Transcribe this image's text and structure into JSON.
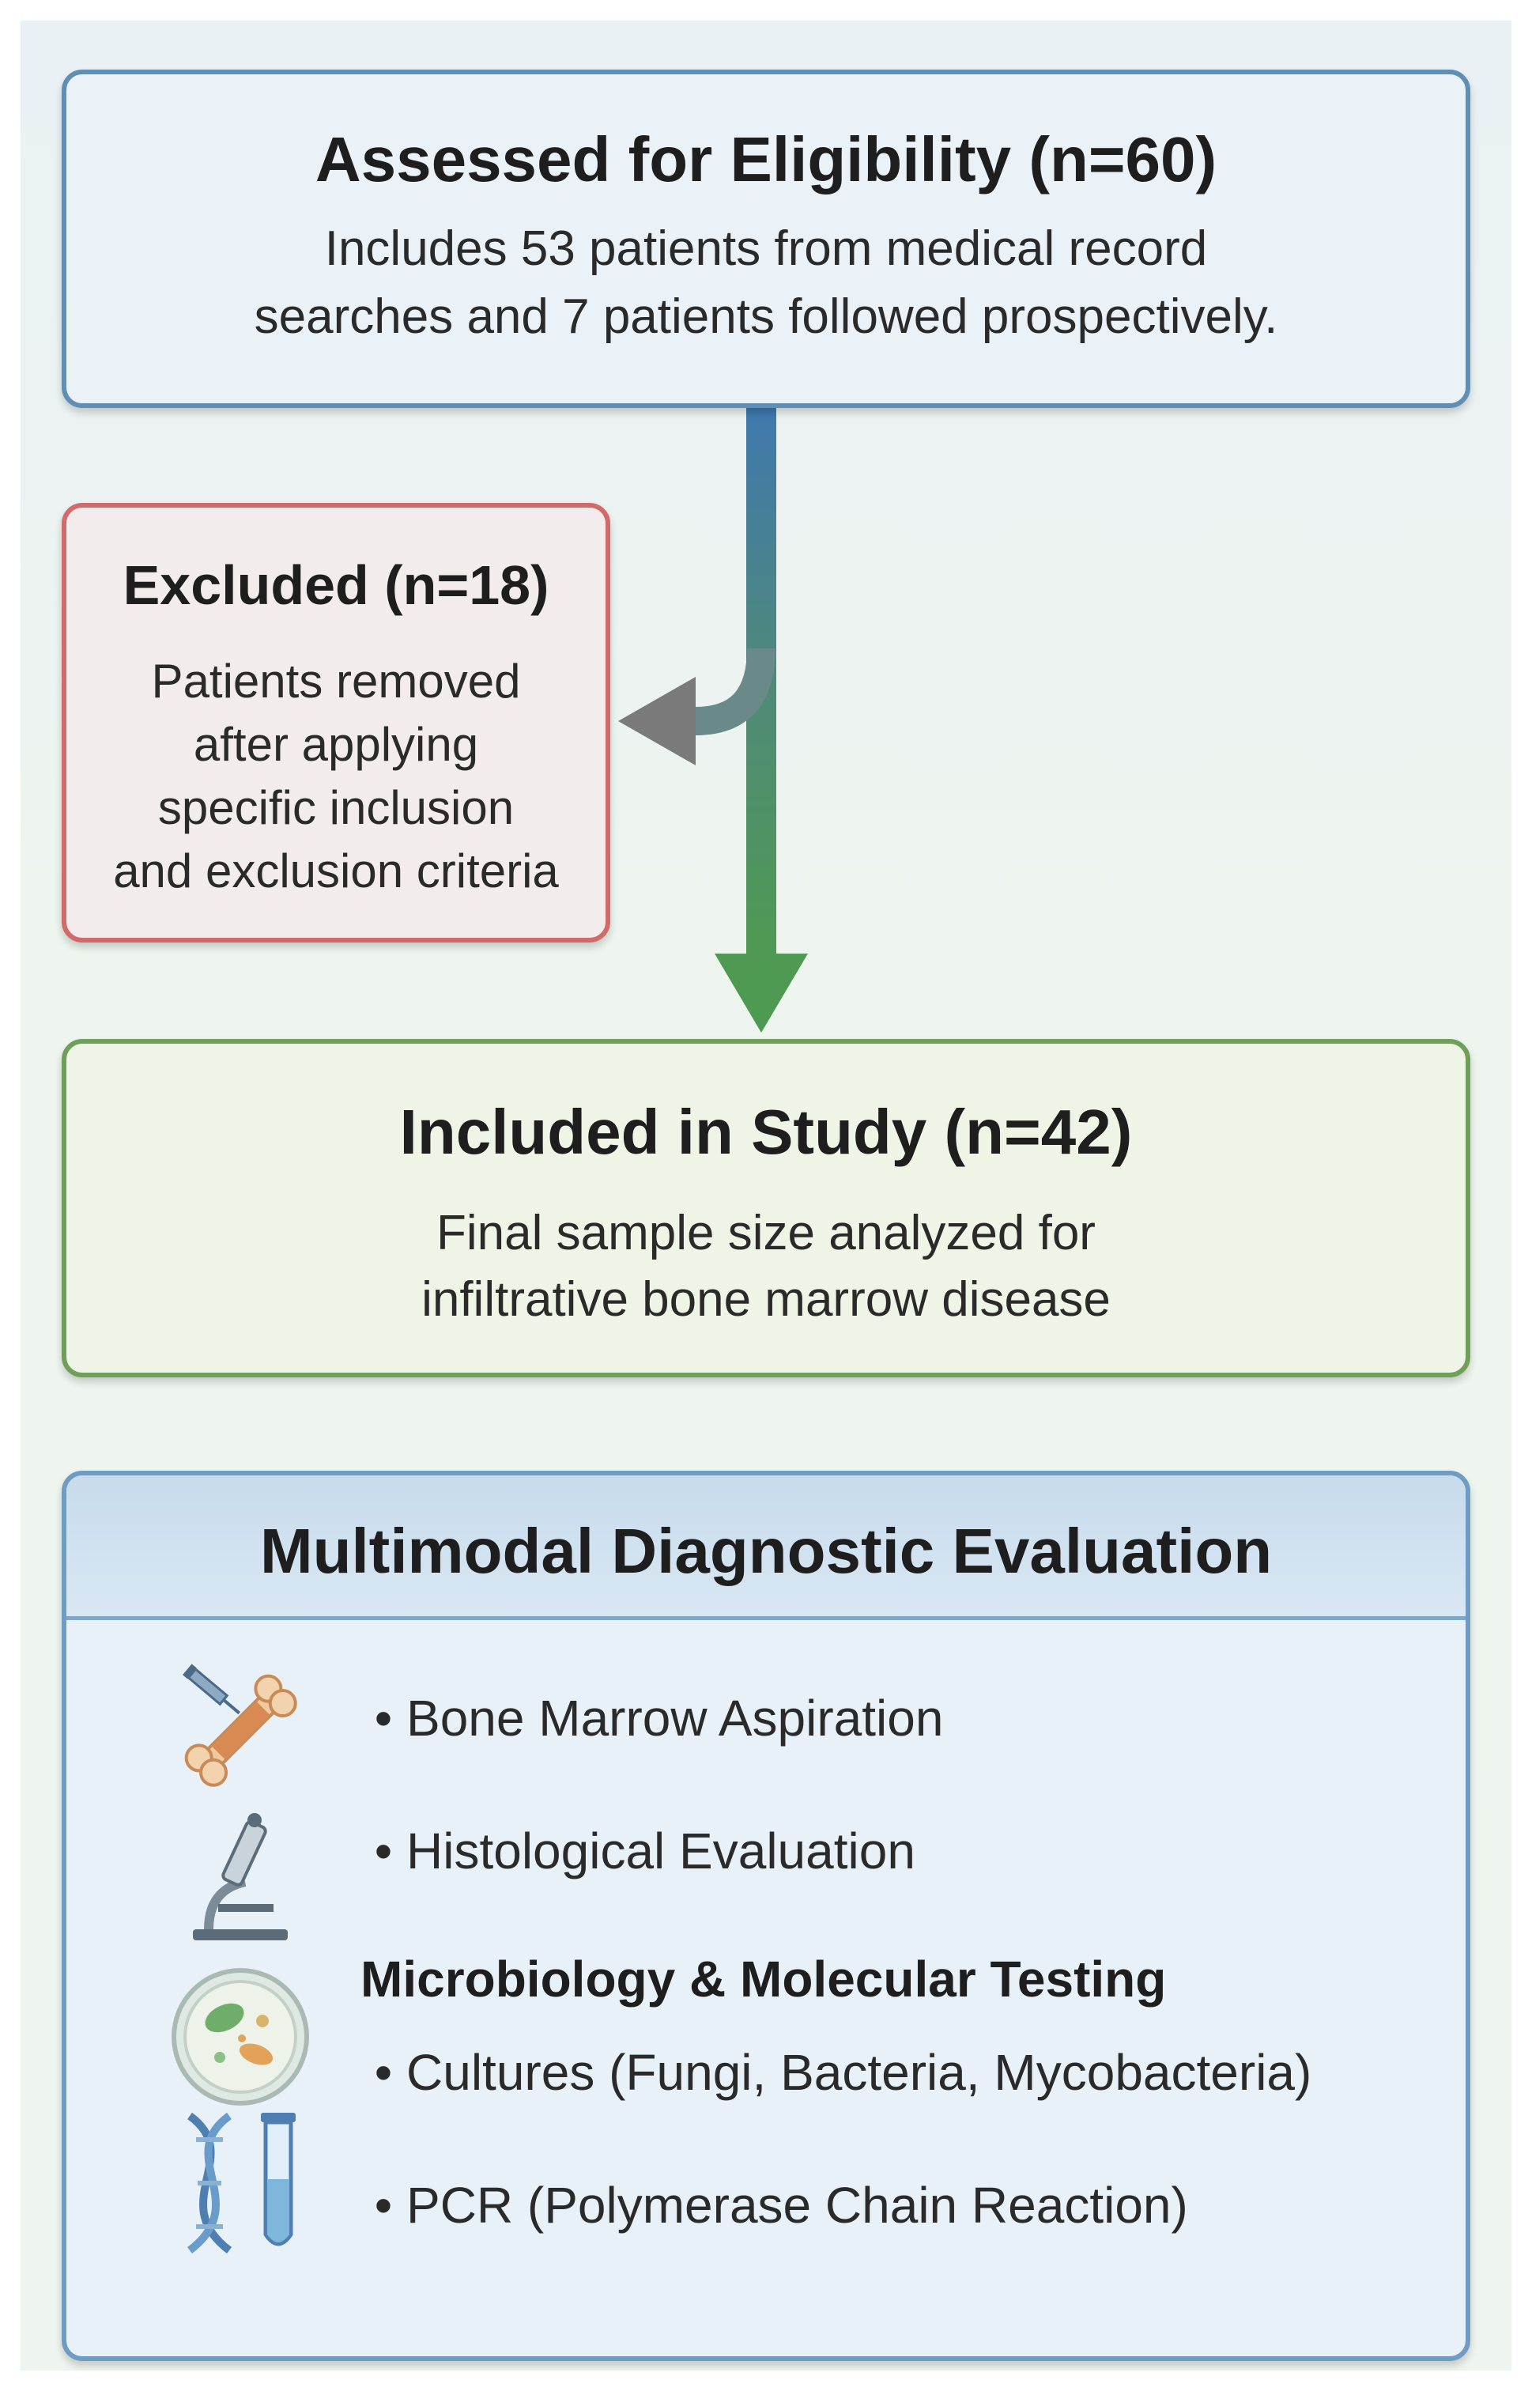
{
  "assessed": {
    "title": "Assessed for Eligibility (n=60)",
    "desc_line1": "Includes 53 patients from medical record",
    "desc_line2": "searches and 7 patients followed prospectively."
  },
  "excluded": {
    "title": "Excluded (n=18)",
    "desc_lines": [
      "Patients removed",
      "after applying",
      "specific inclusion",
      "and exclusion criteria"
    ]
  },
  "included": {
    "title": "Included in Study (n=42)",
    "desc_line1": "Final sample size analyzed for",
    "desc_line2": "infiltrative bone marrow disease"
  },
  "evaluation": {
    "title": "Multimodal Diagnostic Evaluation",
    "bullet_glyph": "•",
    "items": [
      {
        "label": "Bone Marrow Aspiration",
        "icon": "bone-syringe-icon"
      },
      {
        "label": "Histological Evaluation",
        "icon": "microscope-icon"
      },
      {
        "label": "Cultures (Fungi, Bacteria, Mycobacteria)",
        "icon": "petri-dish-icon"
      },
      {
        "label": "PCR (Polymerase Chain Reaction)",
        "icon": "dna-test-tube-icon"
      }
    ],
    "subheading": "Microbiology & Molecular Testing"
  },
  "colors": {
    "assessed_border": "#5f8fb4",
    "excluded_border": "#d26a6a",
    "included_border": "#6ea05a",
    "arrow_blue": "#3f78ad",
    "arrow_green": "#4f9a52",
    "arrow_gray": "#7a7a7a"
  }
}
